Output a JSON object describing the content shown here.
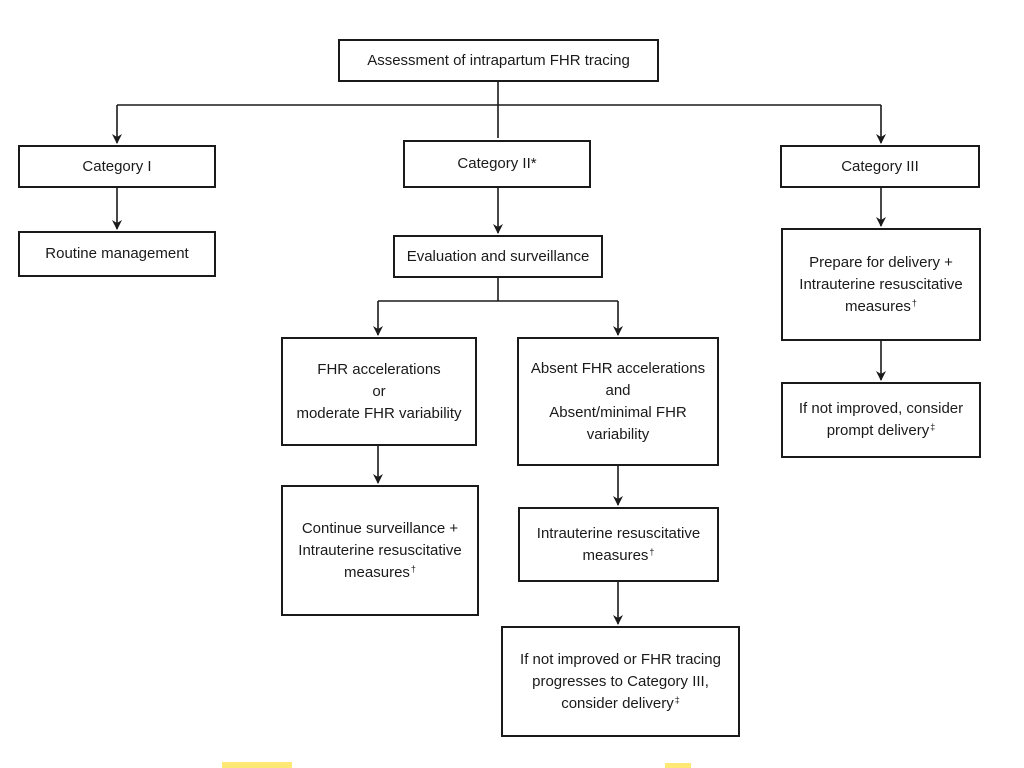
{
  "diagram": {
    "colors": {
      "stroke": "#1a1a1a",
      "box_fill": "#ffffff",
      "highlight": "#ffe45c"
    },
    "nodes": {
      "root": {
        "text": "Assessment of intrapartum FHR tracing"
      },
      "cat1": {
        "text": "Category I"
      },
      "cat2": {
        "text": "Category II",
        "mark": "*"
      },
      "cat3": {
        "text": "Category III"
      },
      "routine": {
        "text": "Routine management"
      },
      "evaluation": {
        "text": "Evaluation and surveillance"
      },
      "fhr_accel": {
        "lines": [
          "FHR accelerations",
          "or",
          "moderate FHR variability"
        ]
      },
      "absent_accel": {
        "lines": [
          "Absent FHR accelerations",
          "and",
          "Absent/minimal FHR",
          "variability"
        ]
      },
      "continue": {
        "lines": [
          "Continue surveillance +",
          "Intrauterine resuscitative",
          "measures"
        ],
        "mark": "†"
      },
      "intrauterine": {
        "lines": [
          "Intrauterine resuscitative",
          "measures"
        ],
        "mark": "†"
      },
      "not_improved_delivery": {
        "lines": [
          "If not improved or FHR tracing",
          "progresses to Category III,",
          "consider delivery"
        ],
        "mark": "‡"
      },
      "prepare": {
        "lines": [
          "Prepare for delivery +",
          "Intrauterine resuscitative",
          "measures"
        ],
        "mark": "†"
      },
      "not_improved_prompt": {
        "lines": [
          "If not improved, consider",
          "prompt delivery"
        ],
        "mark": "‡"
      }
    }
  }
}
